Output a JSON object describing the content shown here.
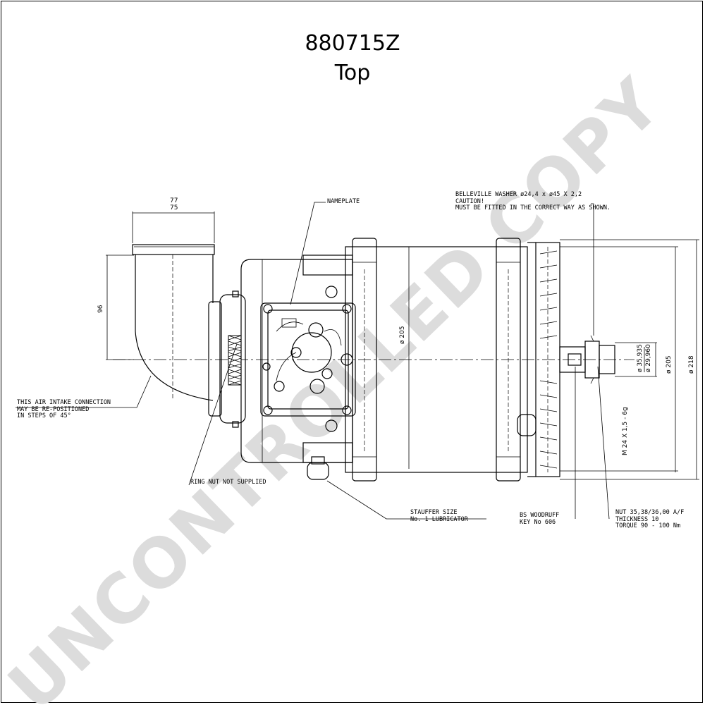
{
  "drawing": {
    "code": "880715Z",
    "view": "Top",
    "watermark": "UNCONTROLLED COPY"
  },
  "dimensions": {
    "width_top": "77",
    "width_bottom": "75",
    "height_inlet": "96",
    "dia_body": "ø 205",
    "dia_fan": "ø 205",
    "dia_outer": "ø 218",
    "dia_shaft_a": "ø 35,935",
    "dia_shaft_b": "ø 29,960",
    "thread": "M 24 X 1,5 - 6g"
  },
  "labels": {
    "nameplate": "NAMEPLATE",
    "air_intake": "THIS AIR INTAKE CONNECTION\nMAY BE RE-POSITIONED\nIN STEPS OF 45°",
    "ring_nut": "RING NUT NOT SUPPLIED",
    "stauffer": "STAUFFER SIZE\nNo. 1 LUBRICATOR",
    "woodruff": "BS WOODRUFF\nKEY No 606",
    "nut": "NUT 35,38/36,00 A/F\nTHICKNESS 10\nTORQUE 90 - 100 Nm",
    "belleville": "BELLEVILLE WASHER ø24,4 x ø45 X 2,2\nCAUTION!\nMUST BE FITTED IN THE CORRECT WAY AS SHOWN."
  },
  "colors": {
    "line": "#000000",
    "watermark": "#dcdcdc",
    "background": "#ffffff"
  }
}
